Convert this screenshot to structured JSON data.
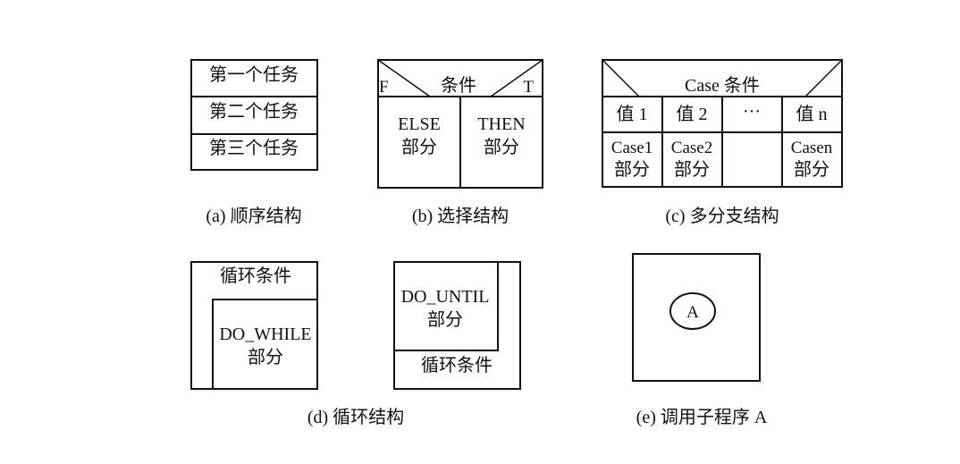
{
  "sequence": {
    "tasks": [
      "第一个任务",
      "第二个任务",
      "第三个任务"
    ],
    "caption": "(a)  顺序结构"
  },
  "selection": {
    "condition": "条件",
    "false_label": "F",
    "true_label": "T",
    "else_line1": "ELSE",
    "else_line2": "部分",
    "then_line1": "THEN",
    "then_line2": "部分",
    "caption": "(b)  选择结构"
  },
  "multibranch": {
    "condition": "Case 条件",
    "values": [
      "值 1",
      "值 2",
      "···",
      "值 n"
    ],
    "cases": [
      {
        "line1": "Case1",
        "line2": "部分"
      },
      {
        "line1": "Case2",
        "line2": "部分"
      },
      {
        "line1": "",
        "line2": ""
      },
      {
        "line1": "Casen",
        "line2": "部分"
      }
    ],
    "caption": "(c)  多分支结构"
  },
  "loop": {
    "while_condition": "循环条件",
    "while_body_line1": "DO_WHILE",
    "while_body_line2": "部分",
    "until_body_line1": "DO_UNTIL",
    "until_body_line2": "部分",
    "until_condition": "循环条件",
    "caption": "(d)  循环结构"
  },
  "subroutine": {
    "label": "A",
    "caption": "(e)  调用子程序 A"
  }
}
